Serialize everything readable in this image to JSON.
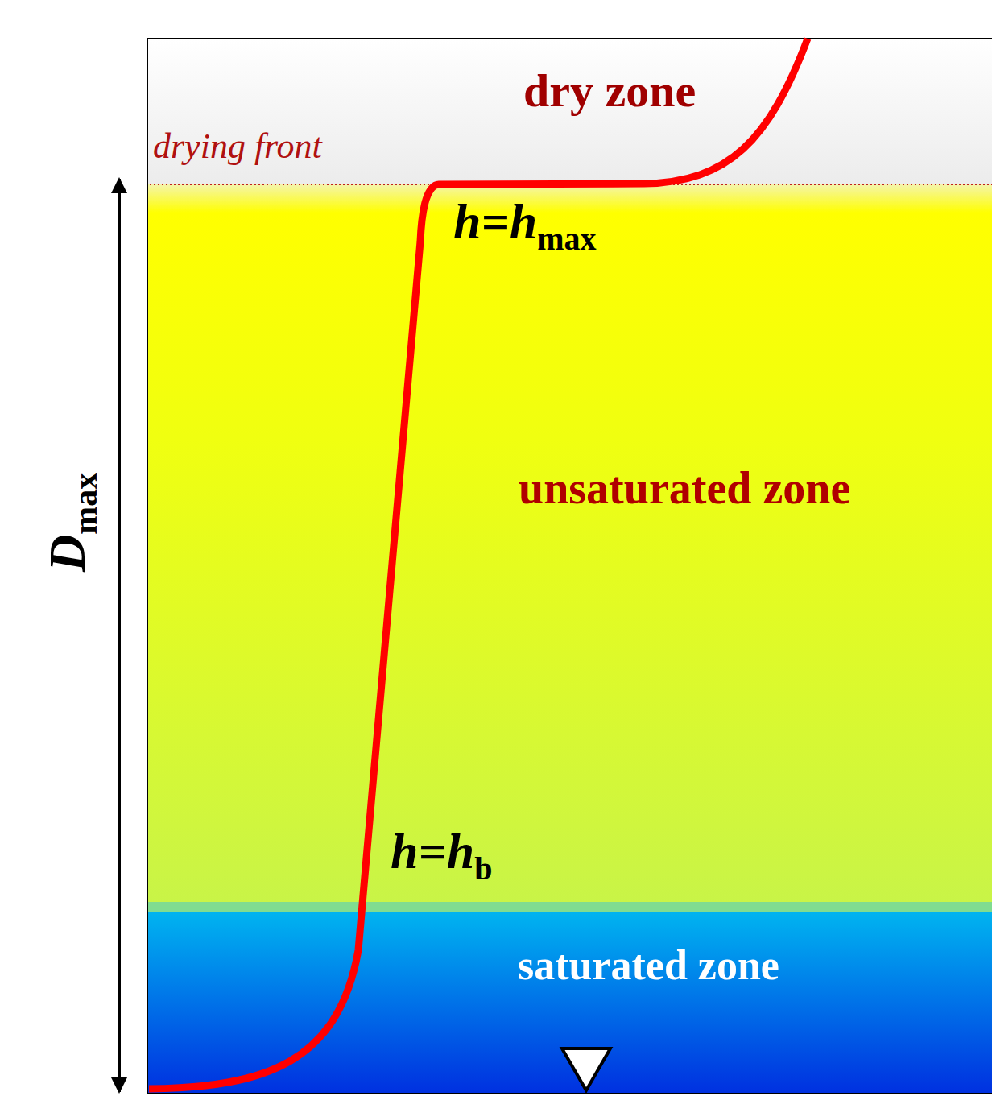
{
  "diagram": {
    "nodes": [
      {
        "text": [
          "dry zone"
        ]
      },
      {
        "text": [
          "unsaturated zone"
        ]
      },
      {
        "text": [
          "saturated zone"
        ]
      }
    ],
    "labels": [
      "drying front",
      "h=h",
      "max",
      "h=h",
      "b",
      "D",
      "max"
    ]
  }
}
